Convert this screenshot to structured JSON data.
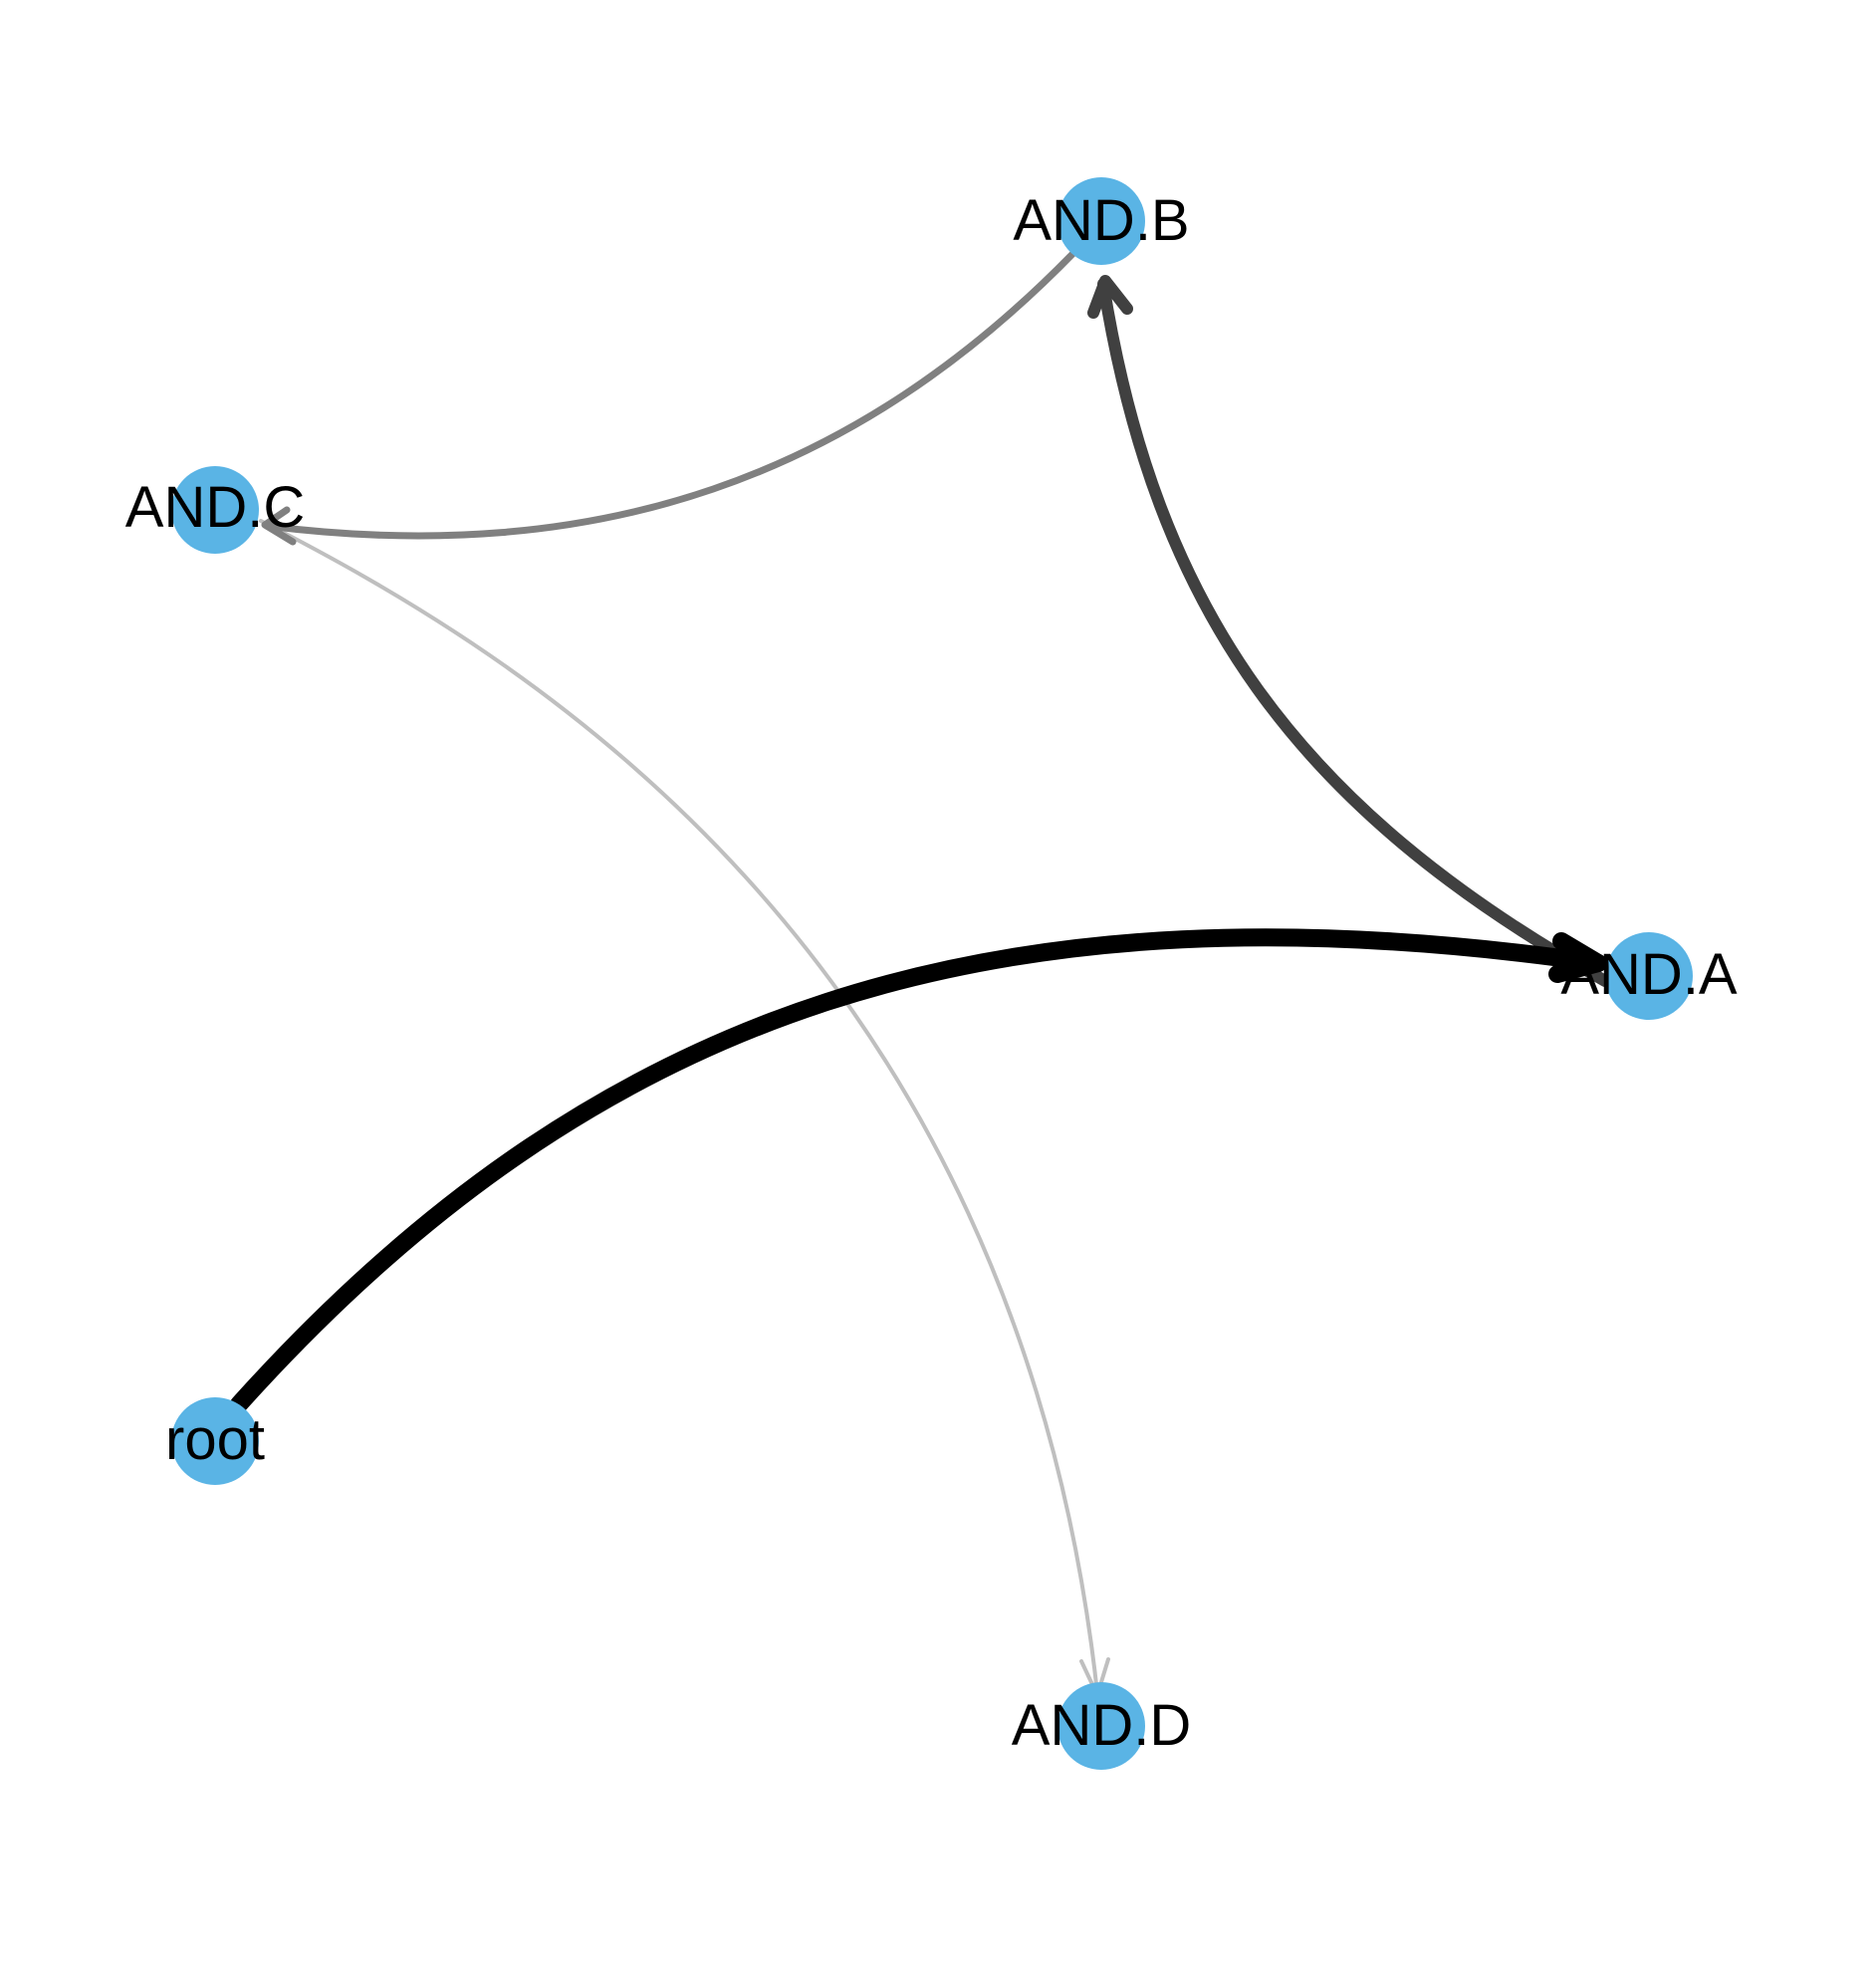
{
  "diagram": {
    "node_color": "#5ab4e5",
    "nodes": [
      {
        "id": "AND.B",
        "label": "AND.B"
      },
      {
        "id": "AND.C",
        "label": "AND.C"
      },
      {
        "id": "AND.A",
        "label": "AND.A"
      },
      {
        "id": "root",
        "label": "root"
      },
      {
        "id": "AND.D",
        "label": "AND.D"
      }
    ],
    "edges": [
      {
        "from": "root",
        "to": "AND.A",
        "color": "#000000"
      },
      {
        "from": "AND.A",
        "to": "AND.B",
        "color": "#404040"
      },
      {
        "from": "AND.B",
        "to": "AND.C",
        "color": "#808080"
      },
      {
        "from": "AND.C",
        "to": "AND.D",
        "color": "#bfbfbf"
      }
    ]
  }
}
